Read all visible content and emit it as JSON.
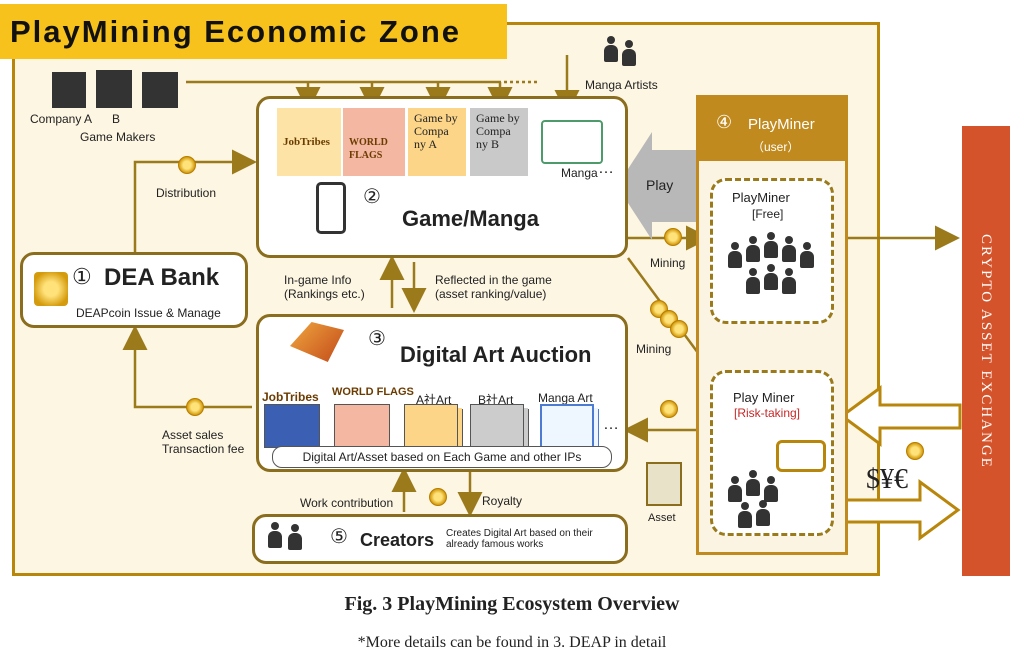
{
  "zone_title": "PlayMining Economic Zone",
  "game_makers": {
    "company_a": "Company A",
    "company_b": "B",
    "label": "Game Makers"
  },
  "manga_artists": "Manga Artists",
  "game_manga": {
    "number": "②",
    "title": "Game/Manga",
    "tile_jobtribes": "JobTribes",
    "tile_worldflags": "WORLD FLAGS",
    "tile_company_a": "Game by Compa ny A",
    "tile_company_b": "Game by Compa ny B",
    "manga_label": "Manga"
  },
  "dea_bank": {
    "number": "①",
    "title": "DEA Bank",
    "subtitle": "DEAPcoin Issue & Manage"
  },
  "arrows": {
    "distribution": "Distribution",
    "ingame_info": "In-game Info (Rankings etc.)",
    "reflected": "Reflected in the game (asset ranking/value)",
    "asset_sales": "Asset sales",
    "transaction_fee": "Transaction fee",
    "mining_1": "Mining",
    "mining_2": "Mining",
    "play": "Play",
    "work_contribution": "Work contribution",
    "royalty": "Royalty",
    "asset": "Asset"
  },
  "auction": {
    "number": "③",
    "title": "Digital Art Auction",
    "jobtribes": "JobTribes",
    "worldflags": "WORLD FLAGS",
    "a_art": "A社Art",
    "b_art": "B社Art",
    "manga_art": "Manga Art",
    "ellipsis": "…",
    "banner": "Digital Art/Asset based on Each Game and other IPs"
  },
  "creators": {
    "number": "⑤",
    "title": "Creators",
    "desc": "Creates Digital Art based on their already famous works"
  },
  "playminer": {
    "number": "④",
    "title": "PlayMiner",
    "user": "（user）",
    "free_title": "PlayMiner",
    "free_tag": "[Free]",
    "risk_title": "Play Miner",
    "risk_tag": "[Risk-taking]"
  },
  "exchange": "CRYPTO ASSET EXCHANGE",
  "currency": "$¥€",
  "caption": "Fig. 3 PlayMining Ecosystem Overview",
  "note": "*More details can be found in 3. DEAP in detail",
  "colors": {
    "gold": "#b8860b",
    "title_bg": "#f7c21b",
    "exchange": "#d4532a",
    "playminer_bg": "#c08a1e"
  }
}
